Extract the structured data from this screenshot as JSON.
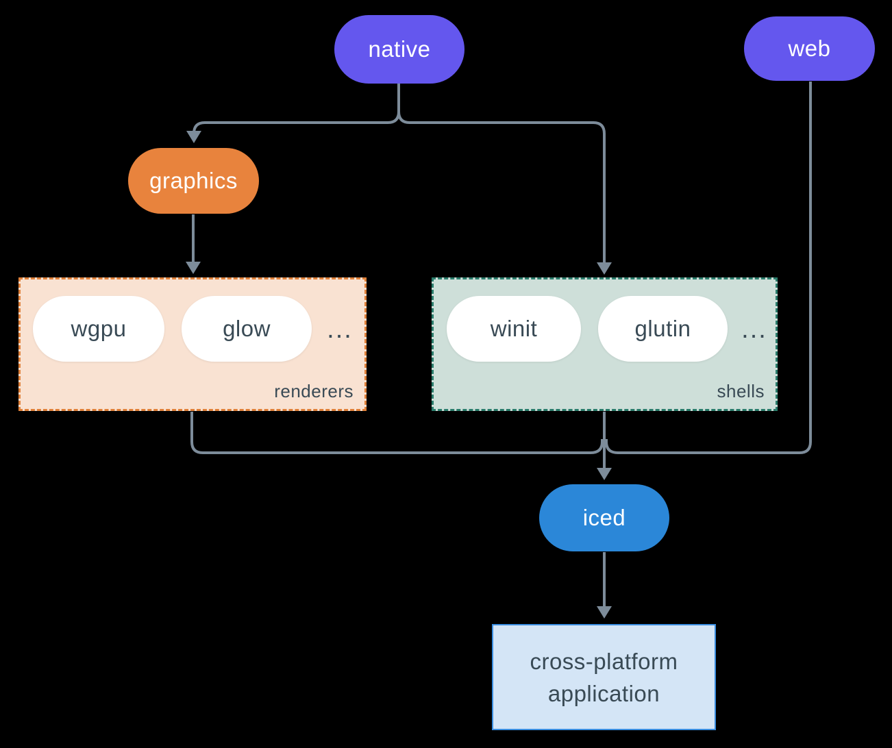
{
  "colors": {
    "background": "#000000",
    "accent_purple": "#6457EE",
    "accent_orange": "#E8833D",
    "accent_blue": "#2B87D8",
    "renderers_fill": "#F9E2D2",
    "renderers_border": "#E0813A",
    "shells_fill": "#CEDFD9",
    "shells_border": "#2B7D6C",
    "app_fill": "#D4E5F6",
    "app_border": "#3A8DE0",
    "connector": "#7D8C9A",
    "dark_text": "#394A55",
    "pill_text": "#FFFFFF"
  },
  "nodes": {
    "native": {
      "label": "native"
    },
    "web": {
      "label": "web"
    },
    "graphics": {
      "label": "graphics"
    },
    "iced": {
      "label": "iced"
    },
    "application": {
      "label": "cross-platform application"
    }
  },
  "groups": {
    "renderers": {
      "label": "renderers",
      "items": [
        "wgpu",
        "glow"
      ],
      "ellipsis": "..."
    },
    "shells": {
      "label": "shells",
      "items": [
        "winit",
        "glutin"
      ],
      "ellipsis": "..."
    }
  },
  "edges": [
    {
      "from": "native",
      "to": "graphics"
    },
    {
      "from": "native",
      "to": "shells"
    },
    {
      "from": "graphics",
      "to": "renderers"
    },
    {
      "from": "renderers",
      "to": "iced"
    },
    {
      "from": "shells",
      "to": "iced"
    },
    {
      "from": "web",
      "to": "iced"
    },
    {
      "from": "iced",
      "to": "application"
    }
  ]
}
